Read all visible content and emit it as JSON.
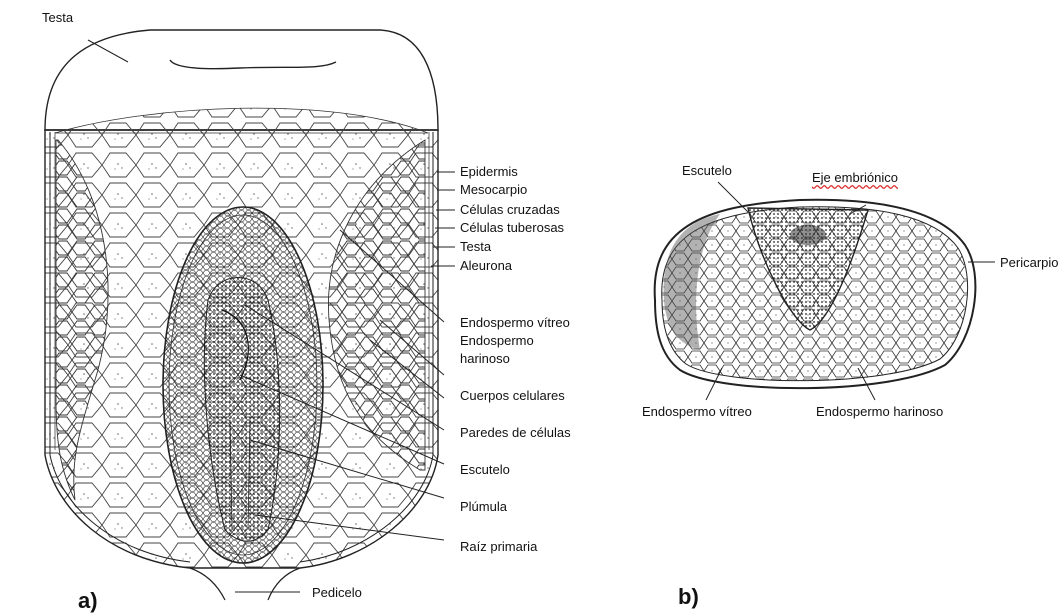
{
  "panel_a": {
    "letter": "a)",
    "labels": {
      "testa_top": "Testa",
      "epidermis": "Epidermis",
      "mesocarpio": "Mesocarpio",
      "celulas_cruzadas": "Células cruzadas",
      "celulas_tuberosas": "Células tuberosas",
      "testa": "Testa",
      "aleurona": "Aleurona",
      "endospermo_vitreo": "Endospermo vítreo",
      "endospermo_harinoso_1": "Endospermo",
      "endospermo_harinoso_2": "harinoso",
      "cuerpos_celulares": "Cuerpos celulares",
      "paredes_de_celulas": "Paredes de células",
      "escutelo": "Escutelo",
      "plumula": "Plúmula",
      "raiz_primaria": "Raíz primaria",
      "pedicelo": "Pedicelo"
    }
  },
  "panel_b": {
    "letter": "b)",
    "labels": {
      "escutelo": "Escutelo",
      "eje_embrionico": "Eje embriónico",
      "pericarpio": "Pericarpio",
      "endospermo_vitreo": "Endospermo vítreo",
      "endospermo_harinoso": "Endospermo harinoso"
    }
  }
}
